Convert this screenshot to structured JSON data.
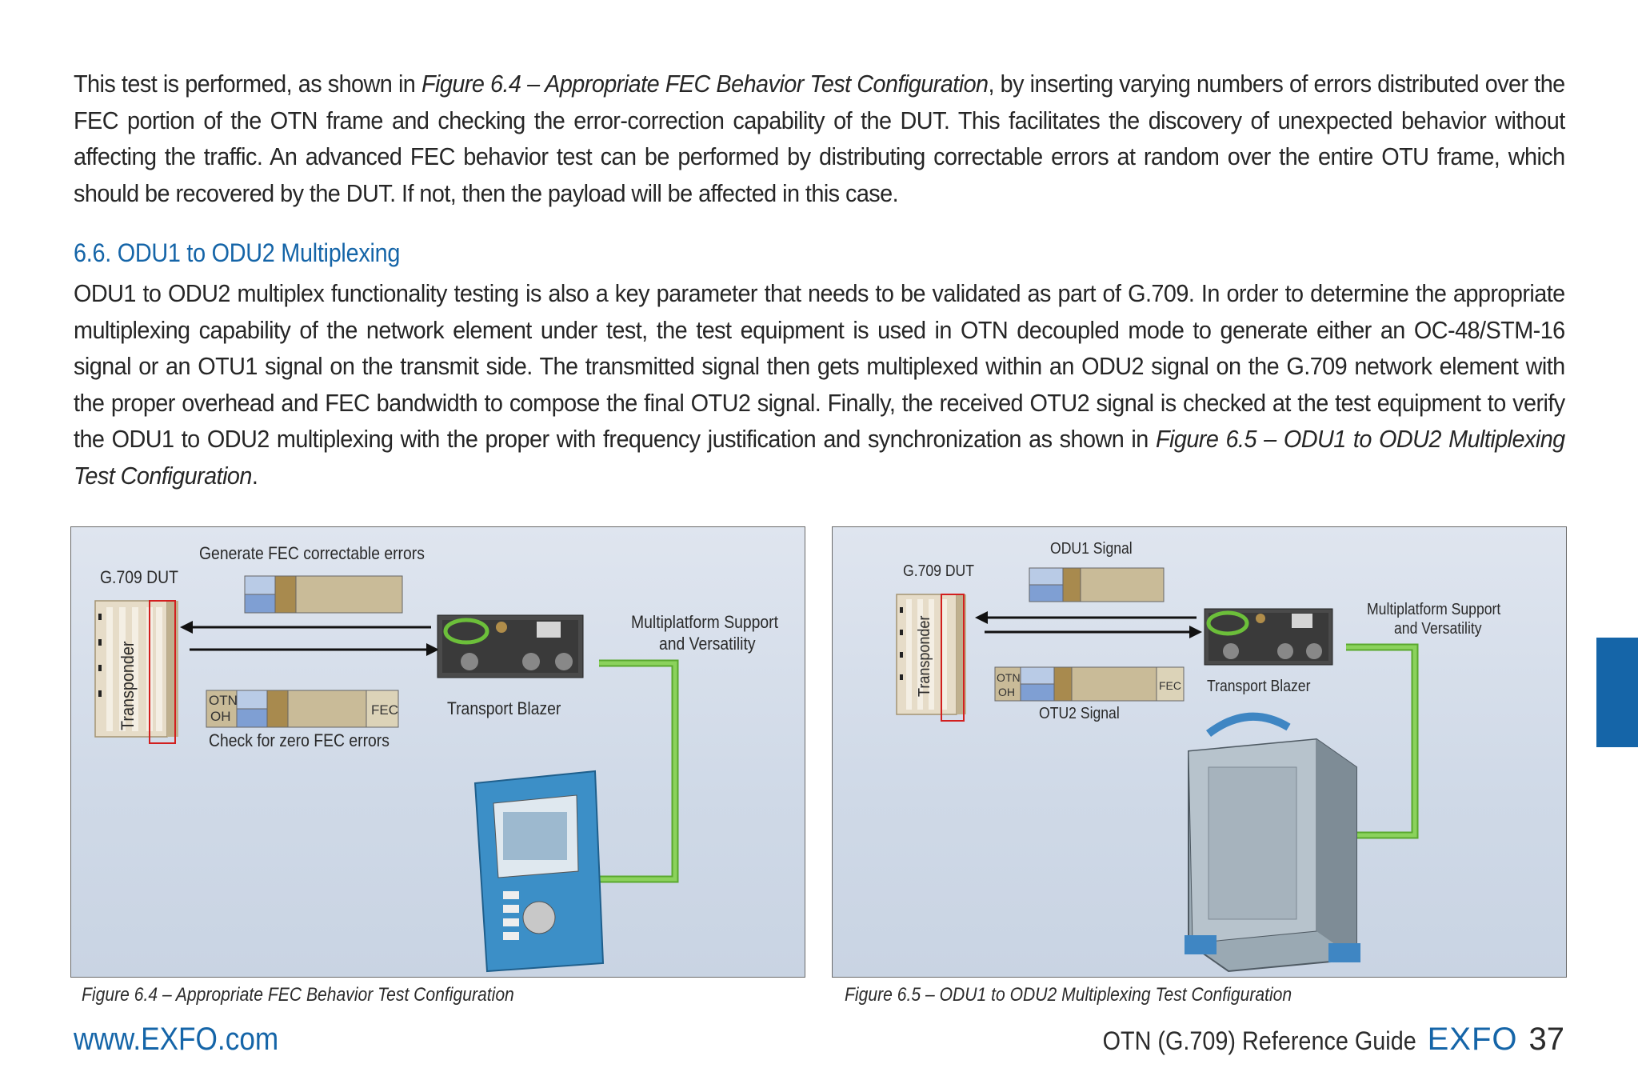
{
  "body": {
    "p1_a": "This test is performed, as shown in ",
    "p1_ref": "Figure 6.4 – Appropriate FEC Behavior Test Configuration",
    "p1_b": ", by inserting varying numbers of errors distributed over the FEC portion of the OTN frame and checking the error-correction capability of the DUT. This facilitates the discovery of unexpected behavior without affecting the traffic. An advanced FEC behavior test can be performed by distributing correctable errors at random over the entire OTU frame, which should be recovered by the DUT. If not, then the payload will be affected in this case.",
    "heading": "6.6. ODU1 to ODU2 Multiplexing",
    "p2_a": "ODU1 to ODU2 multiplex functionality testing is also a key parameter that needs to be validated as part of G.709. In order to determine the appropriate multiplexing capability of the network element under test, the test equipment is used in OTN decoupled mode to generate either an OC-48/STM-16 signal or an OTU1 signal on the transmit side. The transmitted signal then gets multiplexed within an ODU2 signal on the G.709 network element with the proper overhead and FEC bandwidth to compose the final OTU2 signal. Finally, the received OTU2 signal is checked at the test equipment to verify the ODU1 to ODU2 multiplexing with the proper with frequency justification and synchronization as shown in ",
    "p2_ref": "Figure 6.5 – ODU1 to ODU2 Multiplexing Test Configuration",
    "p2_b": "."
  },
  "figure1": {
    "dut_label": "G.709 DUT",
    "top_label": "Generate FEC correctable errors",
    "transponder": "Transponder",
    "otn": "OTN",
    "oh": "OH",
    "fec": "FEC",
    "bottom_label": "Check for zero FEC errors",
    "device_label": "Transport Blazer",
    "support_line1": "Multiplatform Support",
    "support_line2": "and Versatility",
    "caption": "Figure 6.4 – Appropriate FEC Behavior Test Configuration"
  },
  "figure2": {
    "dut_label": "G.709 DUT",
    "top_label": "ODU1 Signal",
    "transponder": "Transponder",
    "otn": "OTN",
    "oh": "OH",
    "fec": "FEC",
    "bottom_label": "OTU2 Signal",
    "device_label": "Transport Blazer",
    "support_line1": "Multiplatform Support",
    "support_line2": "and Versatility",
    "caption": "Figure 6.5 – ODU1 to ODU2 Multiplexing Test Configuration"
  },
  "footer": {
    "url": "www.EXFO.com",
    "guide": "OTN (G.709) Reference Guide",
    "brand": "EXFO",
    "page": "37"
  },
  "colors": {
    "accent": "#1565a8",
    "frame_blue_light": "#b9cbe6",
    "frame_blue": "#7f9fd3",
    "frame_gold": "#a88a4e",
    "frame_tan": "#c9bb98",
    "arrow_green": "#6cbf3a"
  }
}
